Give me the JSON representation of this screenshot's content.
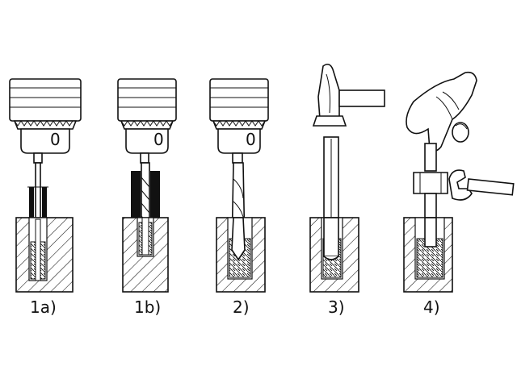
{
  "steps": [
    {
      "id": "1a",
      "label": "1a)"
    },
    {
      "id": "1b",
      "label": "1b)"
    },
    {
      "id": "2",
      "label": "2)"
    },
    {
      "id": "3",
      "label": "3)"
    },
    {
      "id": "4",
      "label": "4)"
    }
  ],
  "chuck_mark": "0",
  "colors": {
    "ink": "#111111",
    "paper": "#ffffff"
  }
}
